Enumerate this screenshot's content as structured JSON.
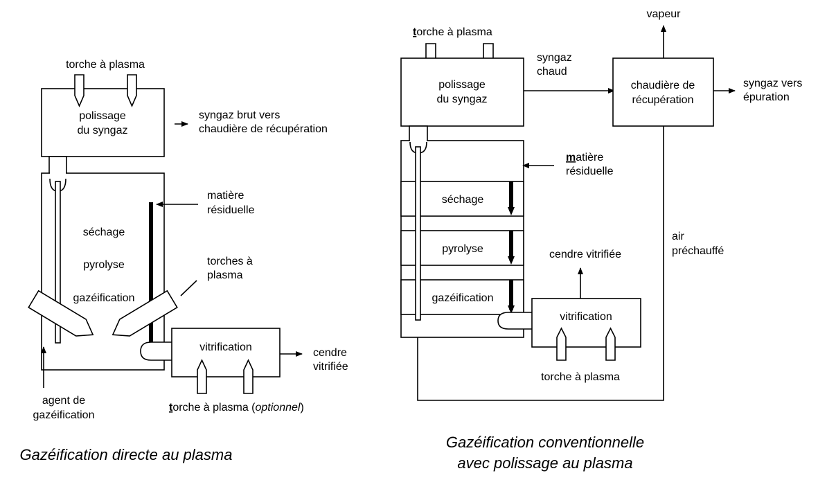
{
  "left": {
    "torch_top": "torche à plasma",
    "polishing_l1": "polissage",
    "polishing_l2": "du syngaz",
    "syngas_out_l1": "syngaz brut vers",
    "syngas_out_l2": "chaudière de récupération",
    "residual_l1": "matière",
    "residual_l2": "résiduelle",
    "stage_drying": "séchage",
    "stage_pyrolysis": "pyrolyse",
    "stage_gasification": "gazéification",
    "torches_l1": "torches à",
    "torches_l2": "plasma",
    "vitrification": "vitrification",
    "ash_l1": "cendre",
    "ash_l2": "vitrifiée",
    "agent_l1": "agent de",
    "agent_l2": "gazéification",
    "torch_bottom_initial": "t",
    "torch_bottom_rest": "orche à plasma (",
    "torch_bottom_optional": "optionnel",
    "torch_bottom_close": ")",
    "caption": "Gazéification directe au plasma"
  },
  "right": {
    "torch_top_initial": "t",
    "torch_top_rest": "orche à plasma",
    "polishing_l1": "polissage",
    "polishing_l2": "du syngaz",
    "hot_syngas_l1": "syngaz",
    "hot_syngas_l2": "chaud",
    "steam": "vapeur",
    "boiler_l1": "chaudière de",
    "boiler_l2": "récupération",
    "syngas_out_l1": "syngaz vers",
    "syngas_out_l2": "épuration",
    "residual_initial": "m",
    "residual_l1_rest": "atière",
    "residual_l2": "résiduelle",
    "stage_drying": "séchage",
    "stage_pyrolysis": "pyrolyse",
    "stage_gasification": "gazéification",
    "preheated_air_l1": "air",
    "preheated_air_l2": "préchauffé",
    "ash": "cendre vitrifiée",
    "vitrification": "vitrification",
    "torch_bottom": "torche à plasma",
    "caption_l1": "Gazéification conventionnelle",
    "caption_l2": "avec polissage au plasma"
  }
}
